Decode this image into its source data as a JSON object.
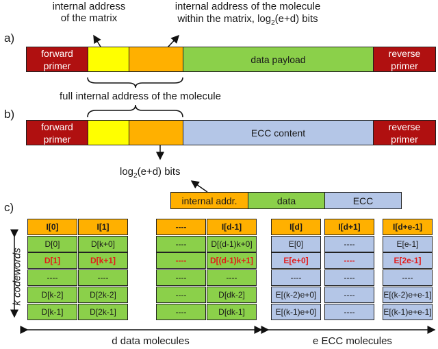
{
  "row_a": {
    "label": "a)",
    "note_matrix_address": "internal address\nof the matrix",
    "note_molecule_address_line1": "internal address of the molecule",
    "note_molecule_address_line2_prefix": "within the matrix, log",
    "note_molecule_address_sub": "2",
    "note_molecule_address_line2_suffix": "(e+d) bits",
    "forward_primer": "forward\nprimer",
    "payload": "data payload",
    "reverse_primer": "reverse\nprimer"
  },
  "full_address_label": "full internal address of the molecule",
  "row_b": {
    "label": "b)",
    "forward_primer": "forward\nprimer",
    "payload": "ECC content",
    "reverse_primer": "reverse\nprimer",
    "bits_prefix": "log",
    "bits_sub": "2",
    "bits_suffix": "(e+d) bits"
  },
  "legend": {
    "address": "internal addr.",
    "data": "data",
    "ecc": "ECC"
  },
  "row_c": {
    "label": "c)",
    "codewords_label": "k codewords",
    "data_molecules_label": "d data molecules",
    "ecc_molecules_label": "e ECC molecules",
    "headers": [
      "I[0]",
      "I[1]",
      "----",
      "I[d-1]",
      "I[d]",
      "I[d+1]",
      "I[d+e-1]"
    ],
    "columns": [
      [
        "D[0]",
        "D[1]",
        "----",
        "D[k-2]",
        "D[k-1]"
      ],
      [
        "D[k+0]",
        "D[k+1]",
        "----",
        "D[2k-2]",
        "D[2k-1]"
      ],
      [
        "----",
        "----",
        "----",
        "----",
        "----"
      ],
      [
        "D[(d-1)k+0]",
        "D[(d-1)k+1]",
        "----",
        "D[dk-2]",
        "D[dk-1]"
      ],
      [
        "E[0]",
        "E[e+0]",
        "----",
        "E[(k-2)e+0]",
        "E[(k-1)e+0]"
      ],
      [
        "----",
        "----",
        "----",
        "----",
        "----"
      ],
      [
        "E[e-1]",
        "E[2e-1]",
        "----",
        "E[(k-2)e+e-1]",
        "E[(k-1)e+e-1]"
      ]
    ],
    "highlight_row": 1
  },
  "colors": {
    "primer": "#b01010",
    "matrix_address": "#ffff00",
    "molecule_address": "#ffb000",
    "data": "#8bd04a",
    "ecc": "#b4c6e7",
    "highlight_text": "#e21b1b"
  }
}
